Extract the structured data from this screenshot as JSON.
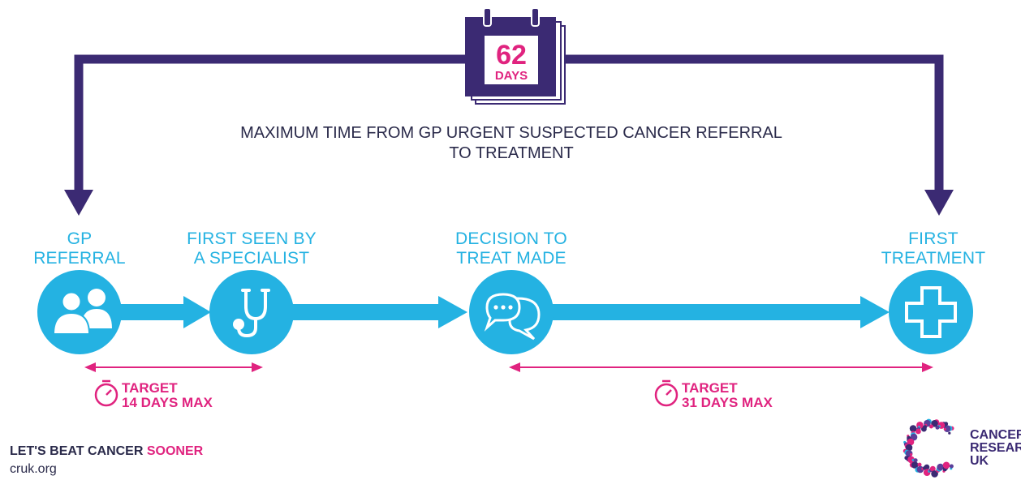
{
  "calendar": {
    "number": "62",
    "unit": "DAYS"
  },
  "headline": {
    "line1": "MAXIMUM TIME FROM GP URGENT SUSPECTED CANCER REFERRAL",
    "line2": "TO TREATMENT"
  },
  "stages": [
    {
      "line1": "GP",
      "line2": "REFERRAL",
      "icon": "people-icon"
    },
    {
      "line1": "FIRST SEEN BY",
      "line2": "A SPECIALIST",
      "icon": "stethoscope-icon"
    },
    {
      "line1": "DECISION TO",
      "line2": "TREAT MADE",
      "icon": "speech-bubbles-icon"
    },
    {
      "line1": "FIRST",
      "line2": "TREATMENT",
      "icon": "medical-cross-icon"
    }
  ],
  "targets": [
    {
      "line1": "TARGET",
      "line2": "14 DAYS MAX"
    },
    {
      "line1": "TARGET",
      "line2": "31 DAYS MAX"
    }
  ],
  "footer": {
    "tagline_main": "LET'S BEAT CANCER ",
    "tagline_accent": "SOONER",
    "url": "cruk.org"
  },
  "logo": {
    "line1": "CANCER",
    "line2": "RESEARCH",
    "line3": "UK"
  },
  "colors": {
    "navy": "#3b2a73",
    "cyan": "#24b2e2",
    "magenta": "#e0237f",
    "text": "#2a2a4a"
  }
}
